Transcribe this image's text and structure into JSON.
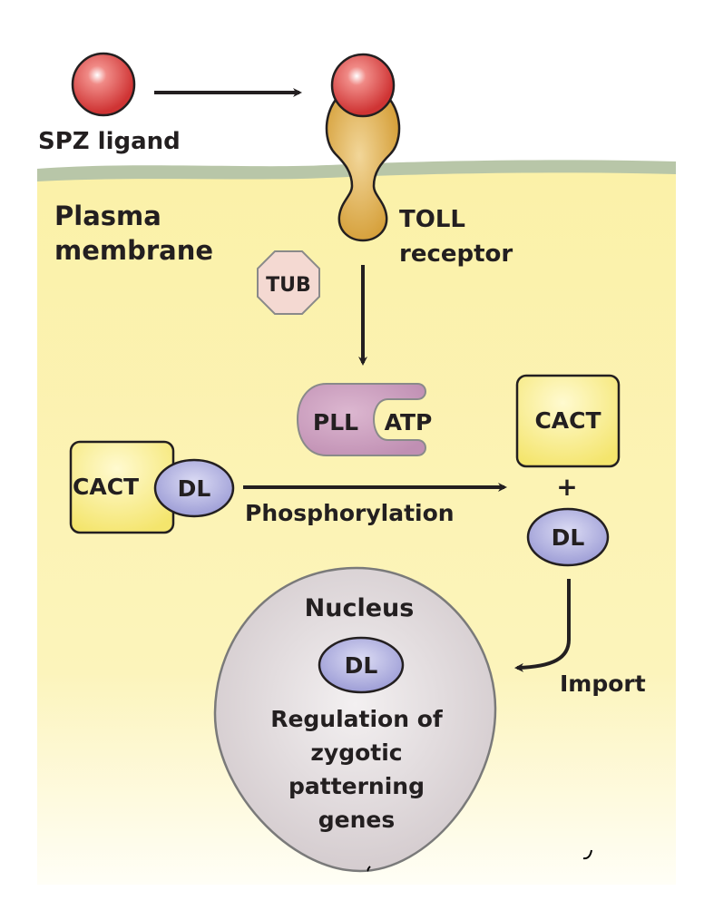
{
  "diagram": {
    "title": "Toll signaling pathway",
    "labels": {
      "spz_ligand": "SPZ ligand",
      "plasma_line1": "Plasma",
      "plasma_line2": "membrane",
      "toll_line1": "TOLL",
      "toll_line2": "receptor",
      "tub": "TUB",
      "pll": "PLL",
      "atp": "ATP",
      "cact_left": "CACT",
      "dl_left": "DL",
      "phosphorylation": "Phosphorylation",
      "cact_right": "CACT",
      "plus": "+",
      "dl_right": "DL",
      "nucleus": "Nucleus",
      "dl_nucleus": "DL",
      "regulation_line1": "Regulation of",
      "regulation_line2": "zygotic",
      "regulation_line3": "patterning",
      "regulation_line4": "genes",
      "import": "Import"
    },
    "colors": {
      "cytoplasm": "#fbf3b0",
      "membrane": "#b8c6a8",
      "ligand": "#d8403f",
      "receptor": "#d7a543",
      "tub": "#f4d9d2",
      "pll": "#c596b8",
      "cact": "#f7ea7c",
      "dl": "#a8a8dc",
      "nucleus": "#ddd6d8",
      "text": "#231f20"
    }
  }
}
